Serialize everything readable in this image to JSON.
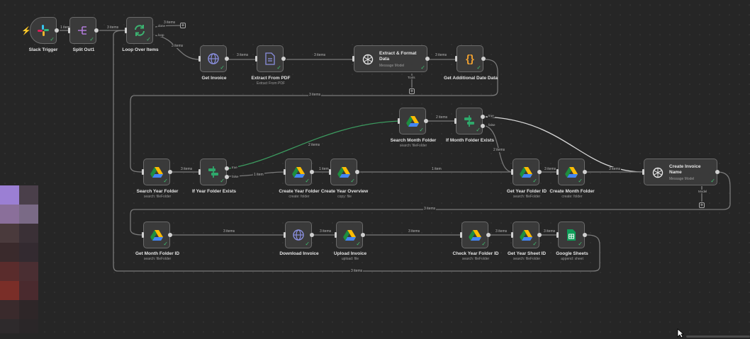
{
  "nodes": {
    "slack_trigger": {
      "label": "Slack Trigger"
    },
    "split_out": {
      "label": "Split Out1"
    },
    "loop": {
      "label": "Loop Over Items",
      "out_done": "done",
      "out_loop": "loop"
    },
    "get_invoice": {
      "label": "Get Invoice"
    },
    "extract_pdf": {
      "label": "Extract From PDF",
      "sub": "Extract From PDF"
    },
    "extract_format": {
      "label1": "Extract & Format",
      "label2": "Data",
      "sub": "Message Model",
      "tools": "Tools"
    },
    "get_date": {
      "label": "Get Additional Date Data"
    },
    "search_month": {
      "label": "Search Month Folder",
      "sub": "search: fileFolder"
    },
    "if_month": {
      "label": "If Month Folder Exists",
      "out_true": "true",
      "out_false": "false"
    },
    "search_year": {
      "label": "Search Year Folder",
      "sub": "search: fileFolder"
    },
    "if_year": {
      "label": "If Year Folder Exists",
      "out_true": "true",
      "out_false": "false"
    },
    "create_year": {
      "label": "Create Year Folder",
      "sub": "create: folder"
    },
    "create_year_overview": {
      "label": "Create Year Overview",
      "sub": "copy: file"
    },
    "get_year_id": {
      "label": "Get Year Folder ID",
      "sub": "search: fileFolder"
    },
    "create_month": {
      "label": "Create Month Folder",
      "sub": "create: folder"
    },
    "create_invoice_name": {
      "label1": "Create Invoice",
      "label2": "Name",
      "sub": "Message Model",
      "model": "Model"
    },
    "get_month_id": {
      "label": "Get Month Folder ID",
      "sub": "search: fileFolder"
    },
    "download_invoice": {
      "label": "Download Invoice"
    },
    "upload_invoice": {
      "label": "Upload Invoice",
      "sub": "upload: file"
    },
    "check_year_id": {
      "label": "Check Year Folder ID",
      "sub": "search: fileFolder"
    },
    "get_year_sheet": {
      "label": "Get Year Sheet ID",
      "sub": "search: fileFolder"
    },
    "google_sheets": {
      "label": "Google Sheets",
      "sub": "append: sheet"
    }
  },
  "edges": {
    "e1": "1 item",
    "e2": "3 items",
    "e3": "3 items",
    "e4": "3 items",
    "e5": "3 items",
    "e6": "3 items",
    "e7": "3 items",
    "e8": "3 items",
    "e9": "2 items",
    "e10": "3 items",
    "e11": "2 items",
    "e12": "1 item",
    "e13": "1 item",
    "e14": "1 item",
    "e15": "2 items",
    "e16": "3 items",
    "e17": "3 items",
    "e18": "3 items",
    "e19": "3 items",
    "e20": "3 items",
    "e21": "3 items",
    "e22": "3 items",
    "e23": "3 items",
    "e24": "3 items",
    "e25": "3 items",
    "e26": "3 items"
  },
  "colors": {
    "drive_green": "#1e8e3e",
    "drive_blue": "#4285f4",
    "drive_yellow": "#fbbc04",
    "sheets": "#0f9d58",
    "globe": "#8a8fe0",
    "code": "#f0a030",
    "if_green": "#2fa86b",
    "loop_green": "#3cb371"
  }
}
